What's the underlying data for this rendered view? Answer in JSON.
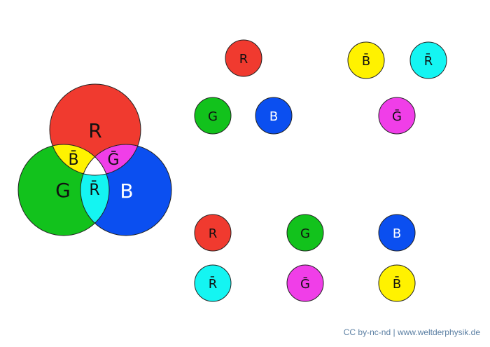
{
  "venn": {
    "colors": {
      "red": "#f03a2f",
      "green": "#12c21c",
      "blue": "#0b4ff0",
      "yellow": "#fff200",
      "magenta": "#f03ee8",
      "cyan": "#14f5f2",
      "white": "#ffffff"
    },
    "labels": {
      "red": "R",
      "green": "G",
      "blue": "B",
      "red_green": "B̄",
      "red_blue": "Ḡ",
      "green_blue": "R̄"
    }
  },
  "circles": {
    "top_red": "R",
    "top_green": "G",
    "top_blue": "B",
    "top_yellow": "B̄",
    "top_cyan": "R̄",
    "top_magenta": "Ḡ",
    "row1_red": "R",
    "row1_green": "G",
    "row1_blue": "B",
    "row2_cyan": "R̄",
    "row2_magenta": "Ḡ",
    "row2_yellow": "B̄"
  },
  "credit": {
    "license": "CC by-nc-nd",
    "separator": "|",
    "website": "www.weltderphysik.de"
  }
}
